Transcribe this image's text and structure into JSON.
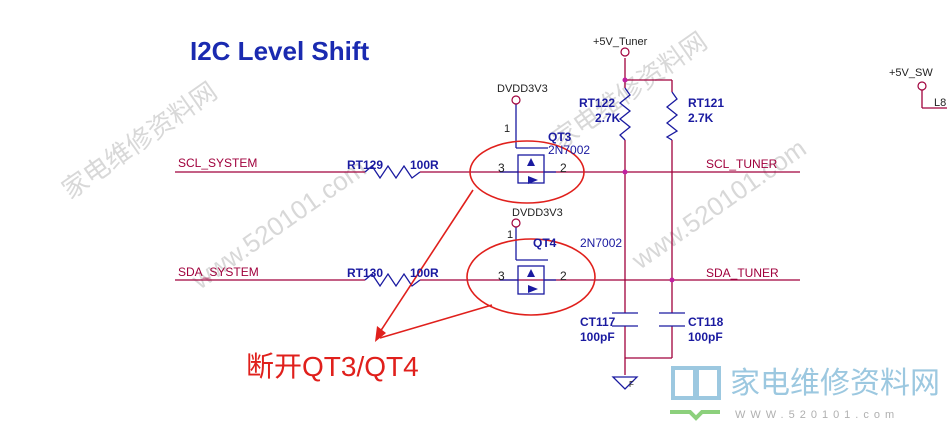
{
  "title": "I2C Level Shift",
  "nets": {
    "scl_system": "SCL_SYSTEM",
    "sda_system": "SDA_SYSTEM",
    "scl_tuner": "SCL_TUNER",
    "sda_tuner": "SDA_TUNER",
    "tuner_supply": "+5V_Tuner",
    "sw_supply": "+5V_SW",
    "dvdd_1": "DVDD3V3",
    "dvdd_2": "DVDD3V3",
    "cut_label": "L8"
  },
  "components": {
    "rt129": {
      "ref": "RT129",
      "value": "100R"
    },
    "rt130": {
      "ref": "RT130",
      "value": "100R"
    },
    "rt122": {
      "ref": "RT122",
      "value": "2.7K"
    },
    "rt121": {
      "ref": "RT121",
      "value": "2.7K"
    },
    "ct117": {
      "ref": "CT117",
      "value": "100pF"
    },
    "ct118": {
      "ref": "CT118",
      "value": "100pF"
    },
    "qt3": {
      "ref": "QT3",
      "value": "2N7002",
      "pin1": "1",
      "pin2": "2",
      "pin3": "3"
    },
    "qt4": {
      "ref": "QT4",
      "value": "2N7002",
      "pin1": "1",
      "pin2": "2",
      "pin3": "3"
    },
    "gnd_mark": "F"
  },
  "annotation": "断开QT3/QT4",
  "watermark": {
    "site": "www.520101.com",
    "name": "家电维修资料网",
    "logo_url": "WWW.520101.com"
  },
  "colors": {
    "net": "#a0003c",
    "component": "#1a1aa0",
    "annotation": "#e0201c",
    "title": "#1a2ab0"
  }
}
